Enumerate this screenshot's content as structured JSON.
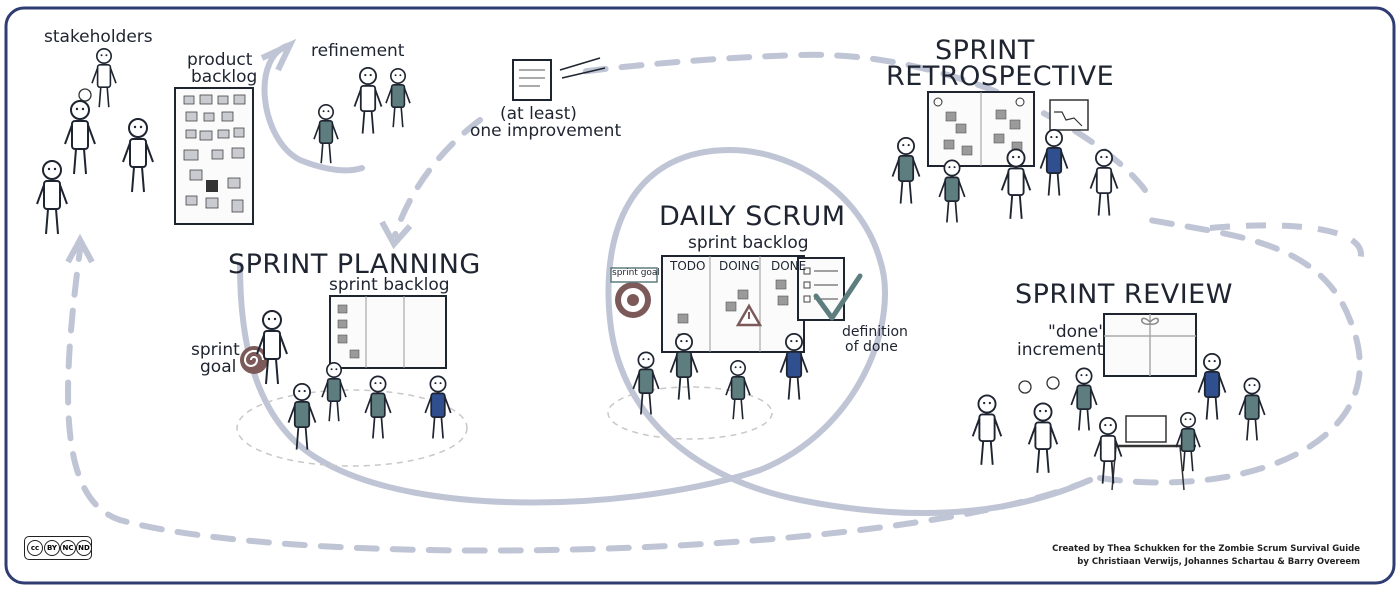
{
  "titles": {
    "sprint_retrospective_line1": "SPRINT",
    "sprint_retrospective_line2": "RETROSPECTIVE",
    "daily_scrum": "DAILY SCRUM",
    "sprint_planning": "SPRINT PLANNING",
    "sprint_review": "SPRINT REVIEW"
  },
  "labels": {
    "stakeholders": "stakeholders",
    "product_backlog_line1": "product",
    "product_backlog_line2": "backlog",
    "refinement": "refinement",
    "improvement_line1": "(at least)",
    "improvement_line2": "one improvement",
    "sprint_backlog_planning": "sprint backlog",
    "sprint_backlog_daily": "sprint backlog",
    "sprint_goal_line1": "sprint",
    "sprint_goal_line2": "goal",
    "sprint_goal_tag": "sprint goal",
    "definition_of_done_line1": "definition",
    "definition_of_done_line2": "of done",
    "done_increment_line1": "\"done\"",
    "done_increment_line2": "increment"
  },
  "board_columns": [
    "TODO",
    "DOING",
    "DONE"
  ],
  "credits": {
    "line1": "Created by Thea Schukken for the Zombie Scrum Survival Guide",
    "line2": "by Christiaan Verwijs, Johannes Schartau & Barry Overeem"
  },
  "license": {
    "badge": "cc",
    "by": "BY",
    "nc": "NC",
    "nd": "ND"
  },
  "colors": {
    "frame": "#2f3d73",
    "flow_line": "#c0c5d6",
    "ink": "#1e2430",
    "figure_teal": "#5e7d7f",
    "figure_blue": "#2f4f8f",
    "sticky_note": "#9a9a9a",
    "target": "#7c5a5a"
  }
}
